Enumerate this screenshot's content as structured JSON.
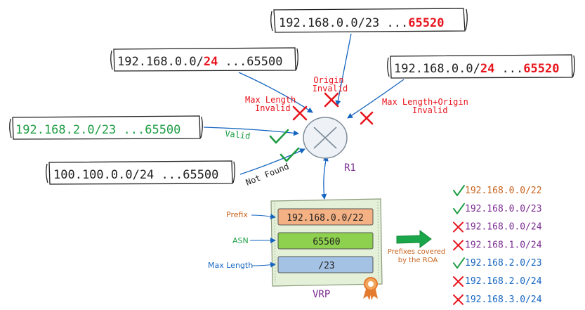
{
  "announcements": {
    "top": {
      "prefix": "192.168.0.0/23",
      "sep": " ...",
      "asn": "65520"
    },
    "mid_left": {
      "pre": "192.168.0.0/",
      "len": "24",
      "rest": " ...65500"
    },
    "mid_right": {
      "pre": "192.168.0.0/",
      "len": "24",
      "sep": " ...",
      "asn": "65520"
    },
    "valid": "192.168.2.0/23 ...65500",
    "not_found": "100.100.0.0/24 ...65500"
  },
  "status_labels": {
    "origin_line1": "Origin",
    "origin_line2": "Invalid",
    "maxlen_line1": "Max Length",
    "maxlen_line2": "Invalid",
    "both_line1": "Max Length+Origin",
    "both_line2": "Invalid",
    "valid": "Valid",
    "not_found": "Not Found"
  },
  "router": {
    "label": "R1"
  },
  "vrp": {
    "title": "VRP",
    "prefix_label": "Prefix",
    "asn_label": "ASN",
    "maxlen_label": "Max Length",
    "prefix_value": "192.168.0.0/22",
    "asn_value": "65500",
    "maxlen_value": "/23"
  },
  "coverage": {
    "caption_line1": "Prefixes covered",
    "caption_line2": "by the ROA",
    "items": [
      {
        "prefix": "192.168.0.0/22",
        "covered": true
      },
      {
        "prefix": "192.168.0.0/23",
        "covered": true
      },
      {
        "prefix": "192.168.0.0/24",
        "covered": false
      },
      {
        "prefix": "192.168.1.0/24",
        "covered": false
      },
      {
        "prefix": "192.168.2.0/23",
        "covered": true
      },
      {
        "prefix": "192.168.2.0/24",
        "covered": false
      },
      {
        "prefix": "192.168.3.0/24",
        "covered": false
      }
    ]
  },
  "colors": {
    "red": "#e8141d",
    "green": "#1f9e45",
    "blue": "#1565c0",
    "purple": "#7b2d91",
    "orange": "#c8641e"
  }
}
